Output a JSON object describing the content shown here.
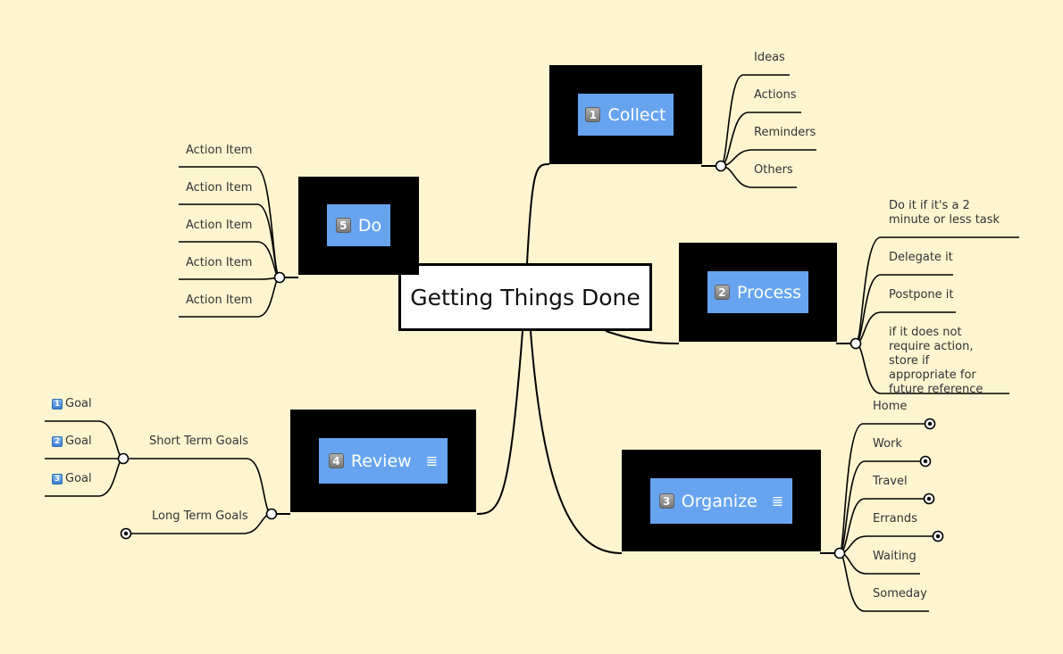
{
  "map": {
    "central_topic": "Getting Things Done",
    "branches": {
      "collect": {
        "number": "1",
        "title": "Collect",
        "items": [
          "Ideas",
          "Actions",
          "Reminders",
          "Others"
        ]
      },
      "process": {
        "number": "2",
        "title": "Process",
        "items": [
          "Do it if it's a 2 minute or less task",
          "Delegate it",
          "Postpone it",
          "if it does not require action, store if appropriate for future reference"
        ]
      },
      "organize": {
        "number": "3",
        "title": "Organize",
        "items": [
          "Home",
          "Work",
          "Travel",
          "Errands",
          "Waiting",
          "Someday"
        ]
      },
      "review": {
        "number": "4",
        "title": "Review",
        "short_term": "Short Term Goals",
        "long_term": "Long Term Goals",
        "goals": [
          "Goal",
          "Goal",
          "Goal"
        ],
        "goal_numbers": [
          "1",
          "2",
          "3"
        ]
      },
      "do": {
        "number": "5",
        "title": "Do",
        "items": [
          "Action Item",
          "Action Item",
          "Action Item",
          "Action Item",
          "Action Item"
        ]
      }
    },
    "colors": {
      "background": "#fdf5d0",
      "topic_fill": "#67a4f0",
      "frame": "#000000",
      "line": "#000000"
    },
    "icons": {
      "note": "note-icon",
      "number_badge": "keycap-digit-icon",
      "collapse": "collapse-node-icon"
    }
  }
}
